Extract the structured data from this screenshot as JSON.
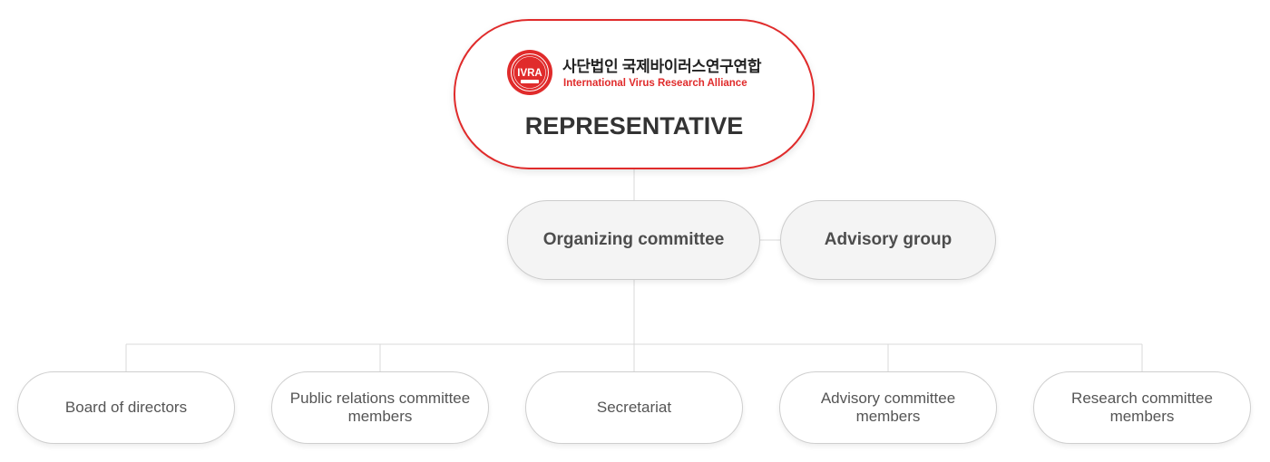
{
  "representative": {
    "org_name_ko": "사단법인 국제바이러스연구연합",
    "org_name_en": "International Virus Research Alliance",
    "logo_text": "IVRA",
    "title": "REPRESENTATIVE"
  },
  "mid_level": {
    "organizing": "Organizing committee",
    "advisory_group": "Advisory group"
  },
  "bottom_level": [
    "Board of directors",
    "Public relations committee members",
    "Secretariat",
    "Advisory committee members",
    "Research committee members"
  ],
  "colors": {
    "brand_red": "#e02b2b",
    "connector": "#d9d9d9",
    "mid_fill": "#f4f4f4"
  }
}
